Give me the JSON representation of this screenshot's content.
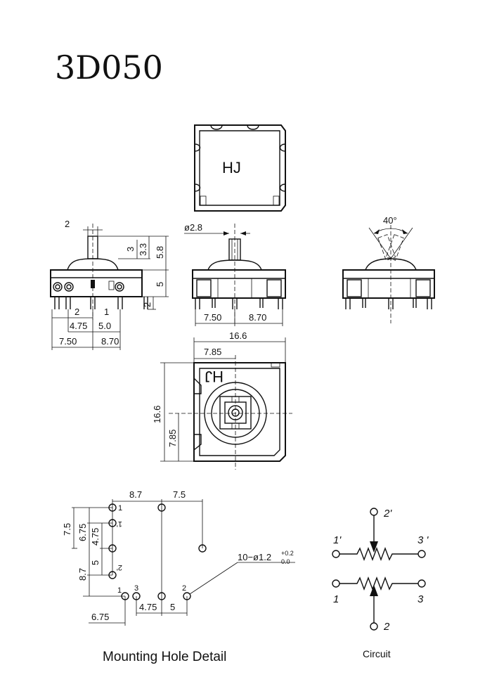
{
  "title": "3D050",
  "top_view": {
    "marking": "HJ"
  },
  "side_view": {
    "dims": {
      "width_top": "2",
      "h3": "3",
      "h33": "3.3",
      "h58": "5.8",
      "h5": "5",
      "h2": "2",
      "pin2": "2",
      "pin1": "1",
      "d475": "4.75",
      "d50": "5.0",
      "d750": "7.50",
      "d870": "8.70"
    }
  },
  "front_view": {
    "dims": {
      "shaft": "ø2.8",
      "d750": "7.50",
      "d870": "8.70"
    }
  },
  "angle_view": {
    "angle": "40°"
  },
  "bottom_view": {
    "marking": "HJ",
    "dims": {
      "w166": "16.6",
      "w785": "7.85",
      "h166": "16.6",
      "h785": "7.85"
    }
  },
  "mounting": {
    "caption": "Mounting Hole Detail",
    "dims": {
      "top87": "8.7",
      "top75": "7.5",
      "v75": "7.5",
      "v675": "6.75",
      "v475": "4.75",
      "v5": "5",
      "v87": "8.7",
      "b675": "6.75",
      "b475": "4.75",
      "b5": "5",
      "holes": "10−ø1.2",
      "tol_plus": "+0.2",
      "tol_zero": "0.0"
    },
    "pin_labels": {
      "p1": "1",
      "p3": "3",
      "p2": "2",
      "p1p": "1'",
      "p2p": "2'"
    }
  },
  "circuit": {
    "caption": "Circuit",
    "labels": {
      "t2p": "2'",
      "t1p": "1'",
      "t3p": "3 '",
      "t1": "1",
      "t3": "3",
      "t2": "2"
    }
  }
}
